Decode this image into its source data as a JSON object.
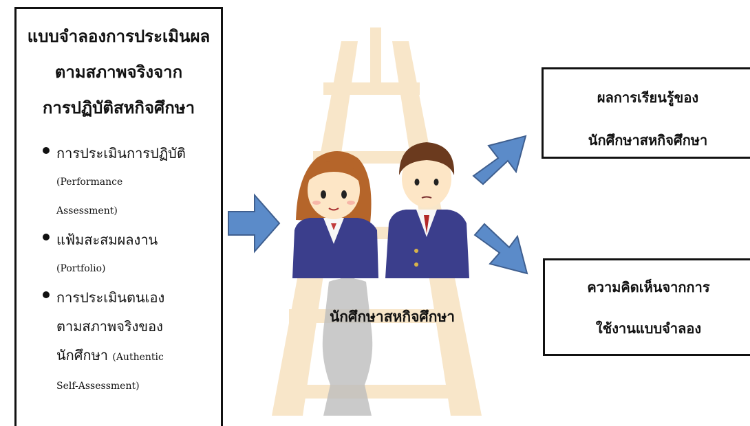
{
  "left_panel": {
    "title_lines": [
      "แบบจำลองการประเมินผล",
      "ตามสภาพจริงจาก",
      "การปฏิบัติสหกิจศึกษา"
    ],
    "methods": [
      {
        "thai": "การประเมินการปฏิบัติ",
        "english": [
          "(Performance",
          "Assessment)"
        ]
      },
      {
        "thai": "แฟ้มสะสมผลงาน",
        "english": [
          "(Portfolio)"
        ]
      },
      {
        "thai_lines": [
          "การประเมินตนเอง",
          "ตามสภาพจริงของ"
        ],
        "thai_mixed": "นักศึกษา",
        "english_inline": "(Authentic",
        "english": [
          "Self-Assessment)"
        ]
      }
    ]
  },
  "center": {
    "caption": "นักศึกษาสหกิจศึกษา"
  },
  "outcome_box": {
    "lines": [
      "ผลการเรียนรู้ของ",
      "นักศึกษาสหกิจศึกษา"
    ]
  },
  "opinion_box": {
    "lines": [
      "ความคิดเห็นจากการ",
      "ใช้งานแบบจำลอง"
    ]
  },
  "colors": {
    "arrow_fill": "#5b8bc9",
    "arrow_stroke": "#3f5f8f",
    "watermark": "#e8c07a",
    "uniform": "#3b3e8c",
    "hair_girl": "#b5652a",
    "hair_boy": "#6b3a1e"
  }
}
